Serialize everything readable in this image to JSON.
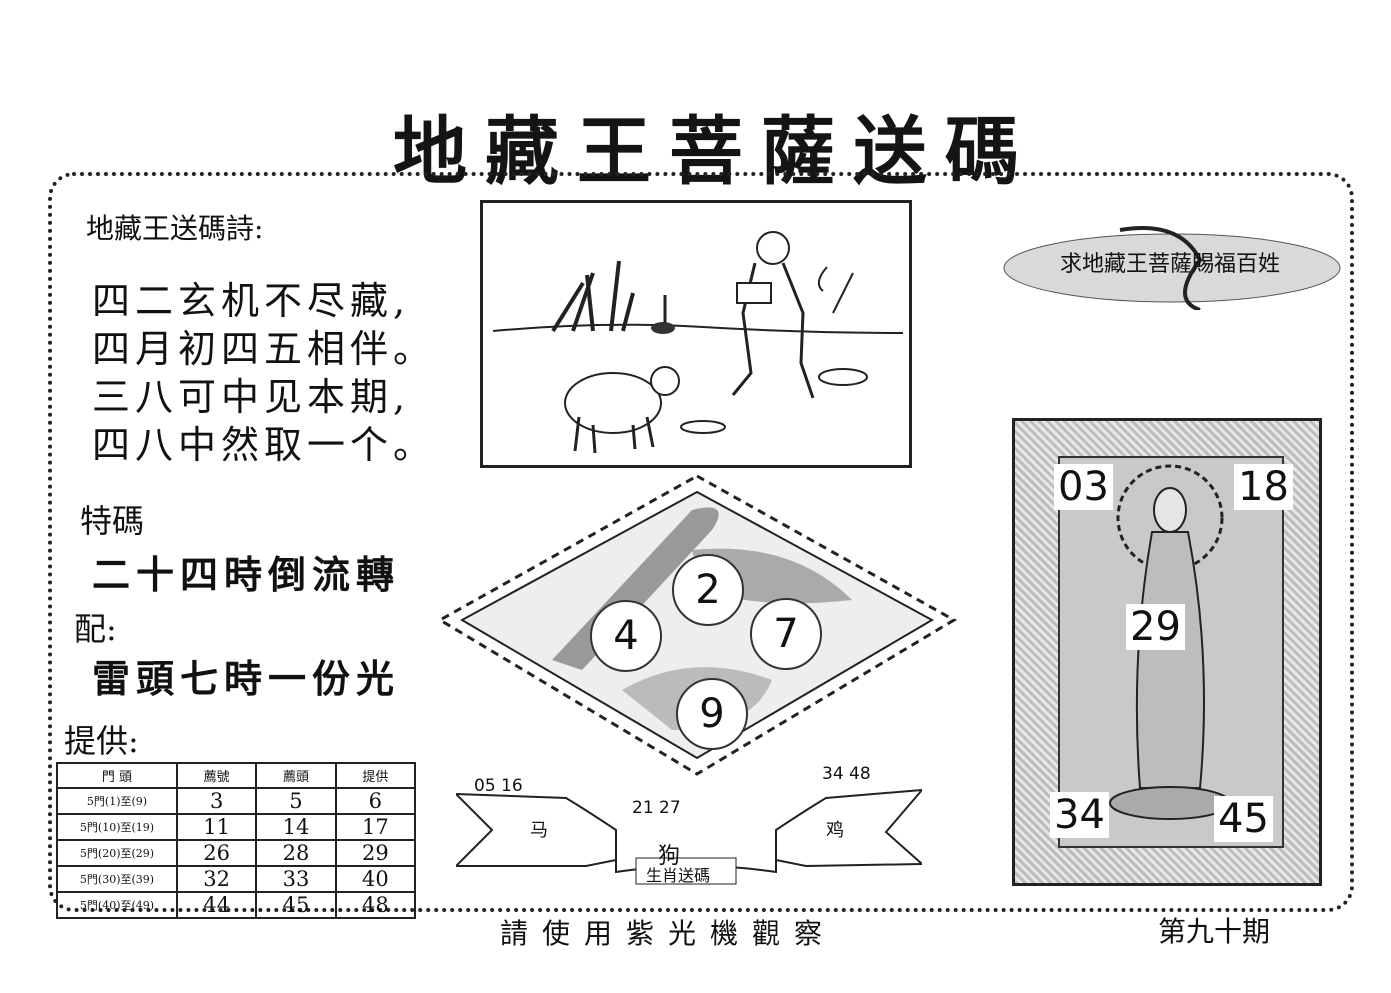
{
  "title": "地藏王菩薩送碼",
  "poem": {
    "heading": "地藏王送碼詩:",
    "lines": [
      "四二玄机不尽藏,",
      "四月初四五相伴。",
      "三八可中见本期,",
      "四八中然取一个。"
    ]
  },
  "special": {
    "label": "特碼",
    "text": "二十四時倒流轉"
  },
  "match": {
    "label": "配:",
    "text": "雷頭七時一份光"
  },
  "provider_label": "提供:",
  "table": {
    "headers": [
      "門 頭",
      "薦號",
      "薦頭",
      "提供"
    ],
    "rows": [
      {
        "label": "5門(1)至(9)",
        "cells": [
          "3",
          "5",
          "6"
        ]
      },
      {
        "label": "5門(10)至(19)",
        "cells": [
          "11",
          "14",
          "17"
        ]
      },
      {
        "label": "5門(20)至(29)",
        "cells": [
          "26",
          "28",
          "29"
        ]
      },
      {
        "label": "5門(30)至(39)",
        "cells": [
          "32",
          "33",
          "40"
        ]
      },
      {
        "label": "5門(40)至(49)",
        "cells": [
          "44",
          "45",
          "48"
        ]
      }
    ]
  },
  "stamp_text": "求地藏王菩薩賜福百姓",
  "balls": [
    "2",
    "4",
    "7",
    "9"
  ],
  "zodiac": {
    "left_nums": "05 16",
    "center_nums": "21  27",
    "right_nums": "34 48",
    "left_animal": "马",
    "right_animal": "鸡",
    "center_animal": "狗",
    "caption": "生肖送碼"
  },
  "panel_numbers": {
    "top_left": "03",
    "top_right": "18",
    "center": "29",
    "bottom_left": "34",
    "bottom_right": "45"
  },
  "footer": "請使用紫光機觀察",
  "issue": "第九十期"
}
